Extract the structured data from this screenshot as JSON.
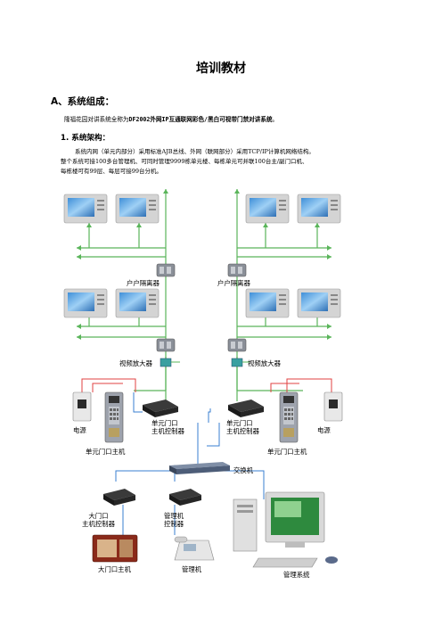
{
  "document": {
    "title": "培训教材",
    "section_a": "A、系统组成：",
    "intro_pre": "隆福花园对讲系统全称为",
    "intro_bold": "DF2002外网IP互通联网彩色/黑白可视带门禁对讲系统",
    "intro_post": "。",
    "subsection_1": "1.  系统架构：",
    "para_line1": "系统内网（单元内部分）采用标准AJB总线、外网（联网部分）采用TCP/IP计算机网络结构。",
    "para_line2": "整个系统可接100多台管理机、可同时管理9999栋单元楼、每栋单元可并联100台主/副门口机、",
    "para_line3": "每栋楼可有99层、每层可接99台分机。"
  },
  "diagram": {
    "isolator_left": "户户隔离器",
    "isolator_right": "户户隔离器",
    "amp_left": "视频放大器",
    "amp_right": "视频放大器",
    "power_left": "电源",
    "power_right": "电源",
    "controller_left": "单元门口\n主机控制器",
    "controller_right": "单元门口\n主机控制器",
    "door_host_left": "单元门口主机",
    "door_host_right": "单元门口主机",
    "switch": "交换机",
    "gate_controller": "大门口\n主机控制器",
    "mgmt_controller": "管理机\n控制器",
    "gate_host": "大门口主机",
    "mgmt_unit": "管理机",
    "mgmt_system": "管理系统"
  },
  "colors": {
    "green_bus": "#5ab55a",
    "red_wire": "#e04040",
    "blue_net": "#3a7fd0",
    "monitor_frame": "#c8c8c8"
  }
}
